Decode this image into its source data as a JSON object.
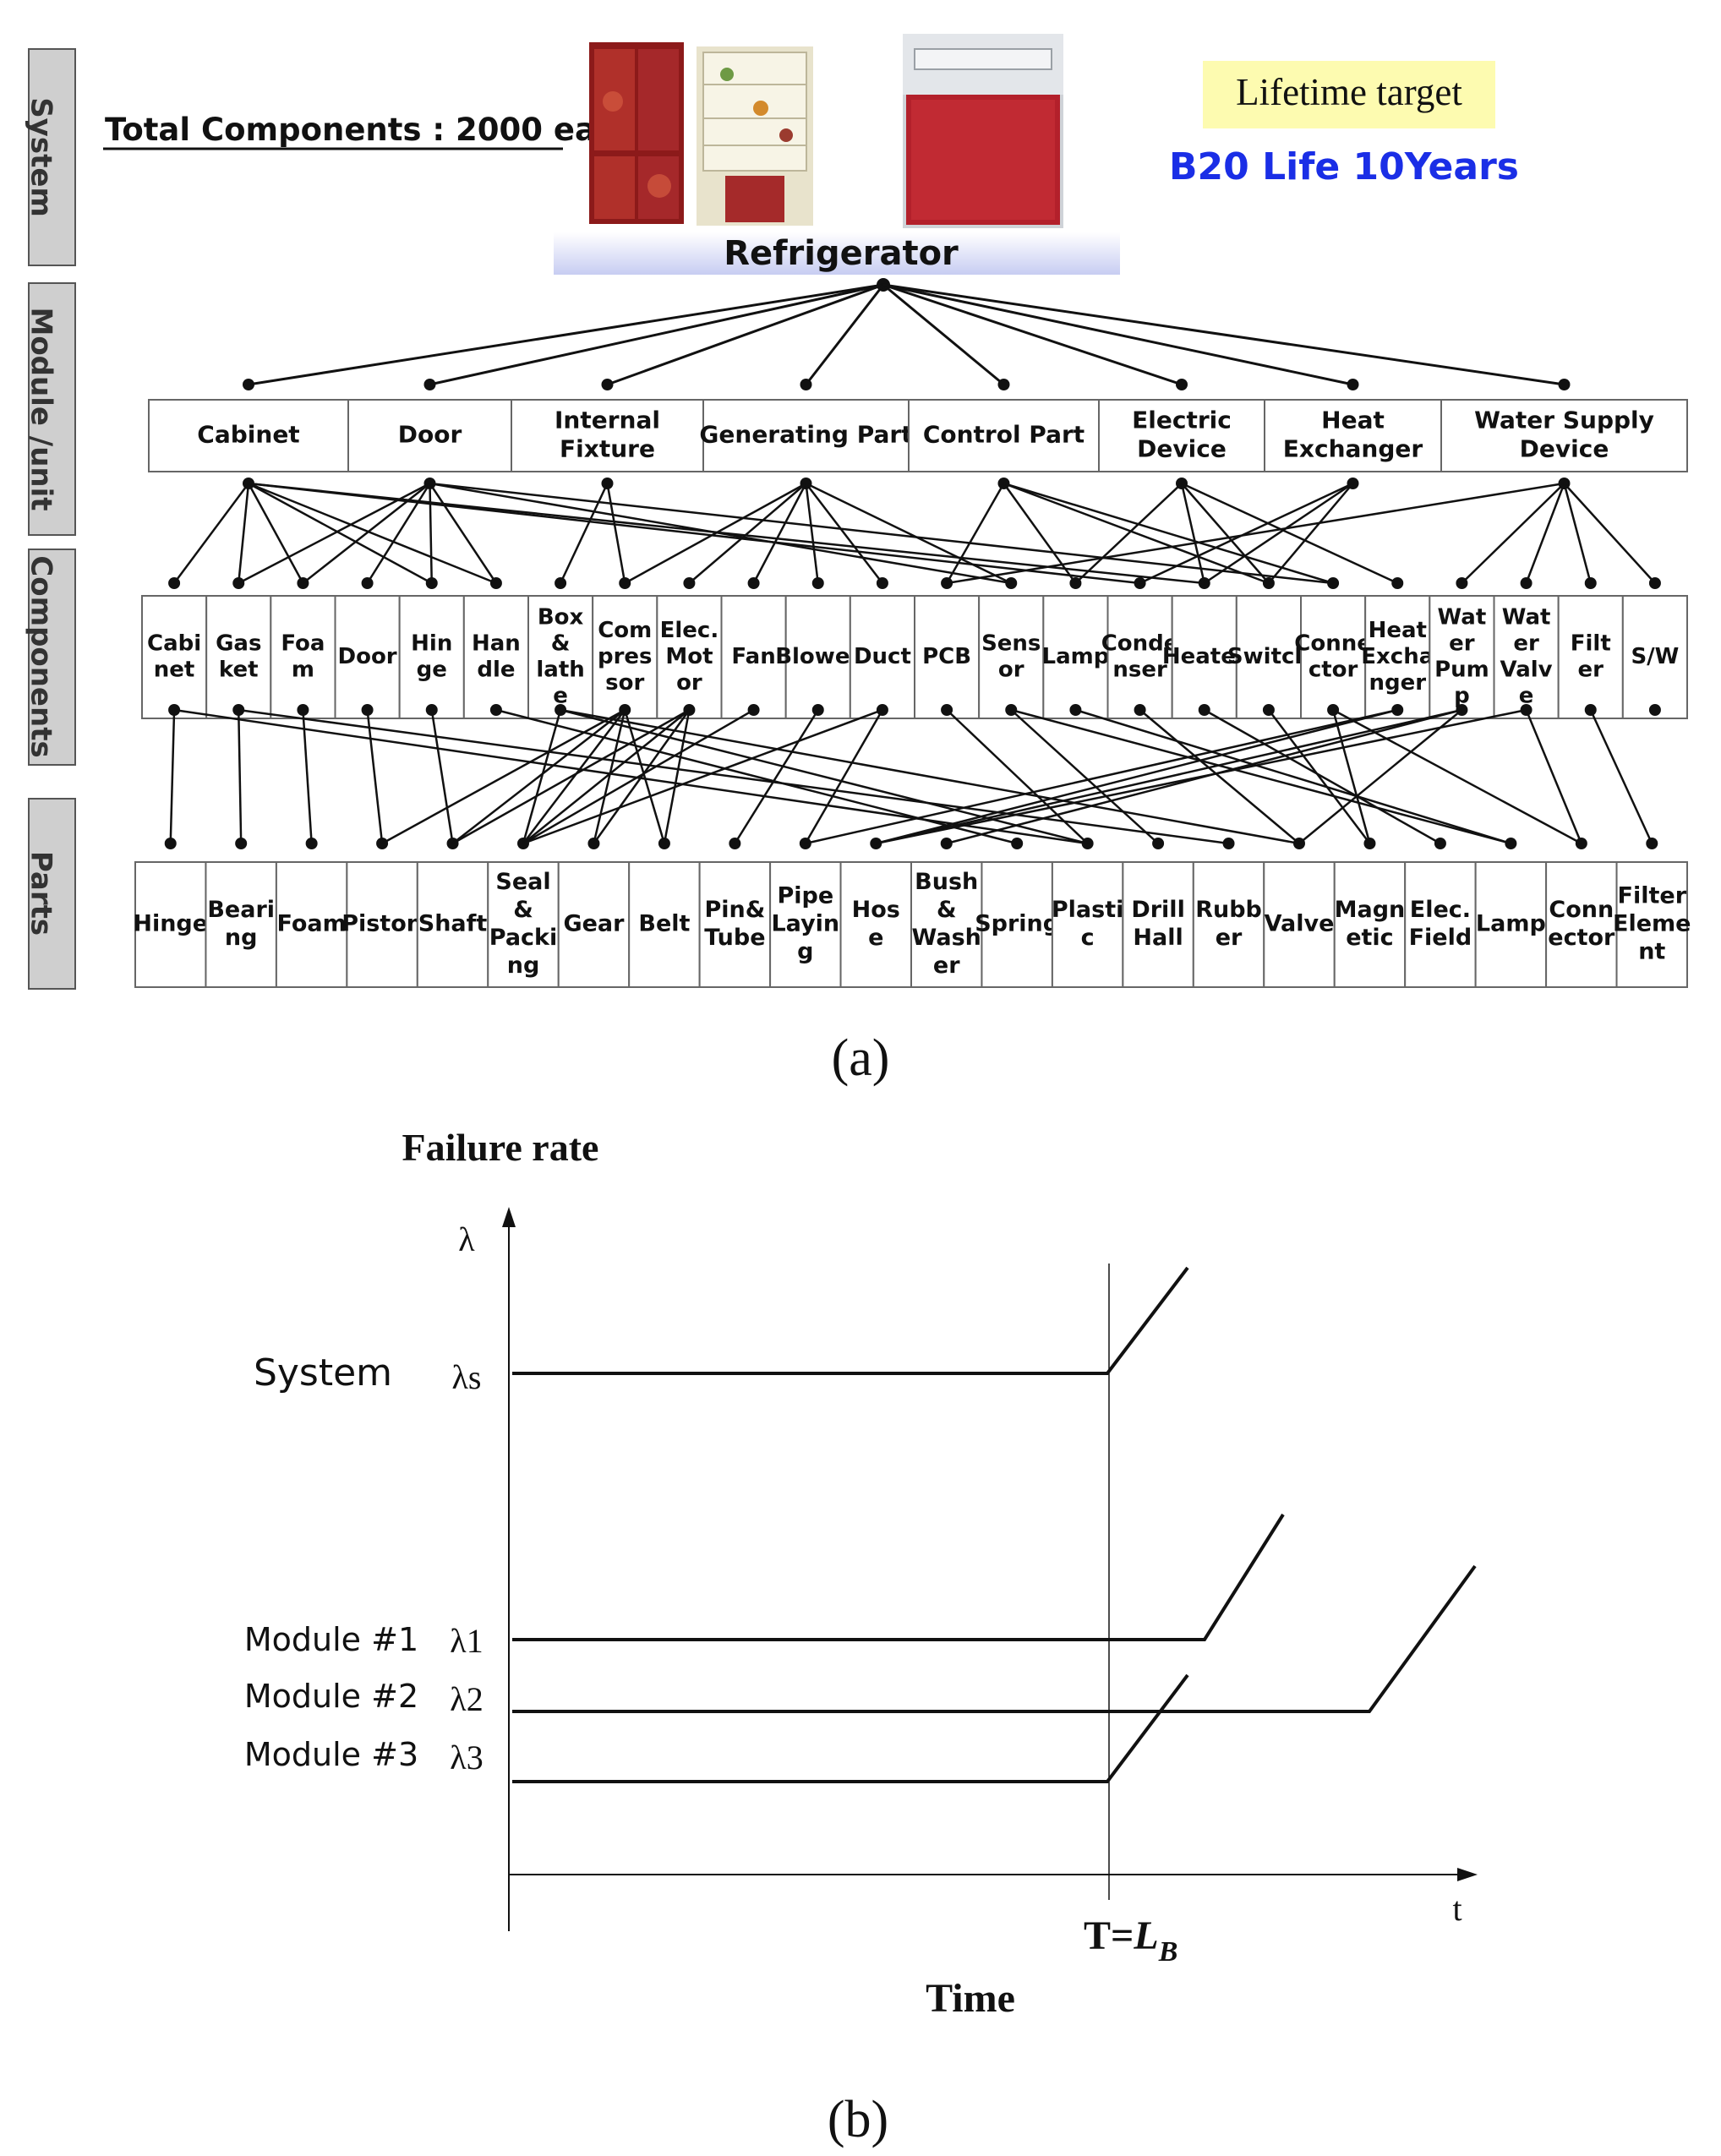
{
  "panel_a": {
    "total_components": "Total Components : 2000 ea",
    "lifetime_target": "Lifetime target",
    "b20_life": "B20 Life 10Years",
    "root": "Refrigerator",
    "side_labels": [
      "System",
      "Module /unit",
      "Components",
      "Parts"
    ],
    "modules": [
      [
        "Cabinet"
      ],
      [
        "Door"
      ],
      [
        "Internal",
        "Fixture"
      ],
      [
        "Generating Part"
      ],
      [
        "Control Part"
      ],
      [
        "Electric",
        "Device"
      ],
      [
        "Heat",
        "Exchanger"
      ],
      [
        "Water Supply",
        "Device"
      ]
    ],
    "components": [
      [
        "Cabi",
        "net"
      ],
      [
        "Gas",
        "ket"
      ],
      [
        "Foa",
        "m"
      ],
      [
        "Door"
      ],
      [
        "Hin",
        "ge"
      ],
      [
        "Han",
        "dle"
      ],
      [
        "Box",
        "&",
        "lath",
        "e"
      ],
      [
        "Com",
        "pres",
        "sor"
      ],
      [
        "Elec.",
        "Mot",
        "or"
      ],
      [
        "Fan"
      ],
      [
        "Blower"
      ],
      [
        "Duct"
      ],
      [
        "PCB"
      ],
      [
        "Sens",
        "or"
      ],
      [
        "Lamp"
      ],
      [
        "Conde",
        "nser"
      ],
      [
        "Heater"
      ],
      [
        "Switch"
      ],
      [
        "Conne",
        "ctor"
      ],
      [
        "Heat",
        "Excha",
        "nger"
      ],
      [
        "Wat",
        "er",
        "Pum",
        "p"
      ],
      [
        "Wat",
        "er",
        "Valv",
        "e"
      ],
      [
        "Filt",
        "er"
      ],
      [
        "S/W"
      ]
    ],
    "parts": [
      [
        "Hinge"
      ],
      [
        "Beari",
        "ng"
      ],
      [
        "Foam"
      ],
      [
        "Piston"
      ],
      [
        "Shaft"
      ],
      [
        "Seal",
        "&",
        "Packi",
        "ng"
      ],
      [
        "Gear"
      ],
      [
        "Belt"
      ],
      [
        "Pin&",
        "Tube"
      ],
      [
        "Pipe",
        "Layin",
        "g"
      ],
      [
        "Hos",
        "e"
      ],
      [
        "Bush",
        "&",
        "Wash",
        "er"
      ],
      [
        "Spring"
      ],
      [
        "Plasti",
        "c"
      ],
      [
        "Drill",
        "Hall"
      ],
      [
        "Rubb",
        "er"
      ],
      [
        "Valve"
      ],
      [
        "Magn",
        "etic"
      ],
      [
        "Elec.",
        "Field"
      ],
      [
        "Lamp"
      ],
      [
        "Conn",
        "ector"
      ],
      [
        "Filter",
        "Eleme",
        "nt"
      ]
    ],
    "module_to_component_links": [
      [
        0,
        0
      ],
      [
        0,
        1
      ],
      [
        0,
        2
      ],
      [
        0,
        4
      ],
      [
        0,
        5
      ],
      [
        0,
        15
      ],
      [
        0,
        16
      ],
      [
        1,
        1
      ],
      [
        1,
        2
      ],
      [
        1,
        3
      ],
      [
        1,
        4
      ],
      [
        1,
        5
      ],
      [
        1,
        13
      ],
      [
        1,
        18
      ],
      [
        2,
        6
      ],
      [
        2,
        7
      ],
      [
        3,
        7
      ],
      [
        3,
        8
      ],
      [
        3,
        9
      ],
      [
        3,
        10
      ],
      [
        3,
        11
      ],
      [
        3,
        13
      ],
      [
        4,
        12
      ],
      [
        4,
        14
      ],
      [
        4,
        17
      ],
      [
        4,
        18
      ],
      [
        5,
        14
      ],
      [
        5,
        16
      ],
      [
        5,
        17
      ],
      [
        5,
        19
      ],
      [
        6,
        15
      ],
      [
        6,
        16
      ],
      [
        6,
        17
      ],
      [
        7,
        12
      ],
      [
        7,
        20
      ],
      [
        7,
        21
      ],
      [
        7,
        22
      ],
      [
        7,
        23
      ]
    ],
    "component_to_part_links": [
      [
        0,
        0
      ],
      [
        0,
        13
      ],
      [
        1,
        1
      ],
      [
        1,
        15
      ],
      [
        2,
        2
      ],
      [
        3,
        3
      ],
      [
        4,
        4
      ],
      [
        5,
        12
      ],
      [
        6,
        5
      ],
      [
        6,
        13
      ],
      [
        6,
        16
      ],
      [
        7,
        3
      ],
      [
        7,
        4
      ],
      [
        7,
        5
      ],
      [
        7,
        6
      ],
      [
        7,
        7
      ],
      [
        8,
        4
      ],
      [
        8,
        5
      ],
      [
        8,
        6
      ],
      [
        8,
        7
      ],
      [
        9,
        5
      ],
      [
        10,
        8
      ],
      [
        11,
        5
      ],
      [
        11,
        9
      ],
      [
        12,
        13
      ],
      [
        13,
        14
      ],
      [
        13,
        19
      ],
      [
        14,
        19
      ],
      [
        15,
        16
      ],
      [
        16,
        18
      ],
      [
        17,
        17
      ],
      [
        18,
        17
      ],
      [
        18,
        20
      ],
      [
        19,
        9
      ],
      [
        19,
        10
      ],
      [
        20,
        10
      ],
      [
        20,
        11
      ],
      [
        20,
        16
      ],
      [
        21,
        10
      ],
      [
        21,
        20
      ],
      [
        22,
        21
      ]
    ],
    "caption": "(a)"
  },
  "panel_b": {
    "title": "Failure rate",
    "y_symbol": "λ",
    "x_symbol": "t",
    "x_label": "Time",
    "t_marker": "T=",
    "t_marker_italic": "L",
    "t_marker_sub": "B",
    "rows": [
      {
        "label": "System",
        "symbol": "λs"
      },
      {
        "label": "Module #1",
        "symbol": "λ1"
      },
      {
        "label": "Module #2",
        "symbol": "λ2"
      },
      {
        "label": "Module #3",
        "symbol": "λ3"
      }
    ],
    "caption": "(b)"
  }
}
